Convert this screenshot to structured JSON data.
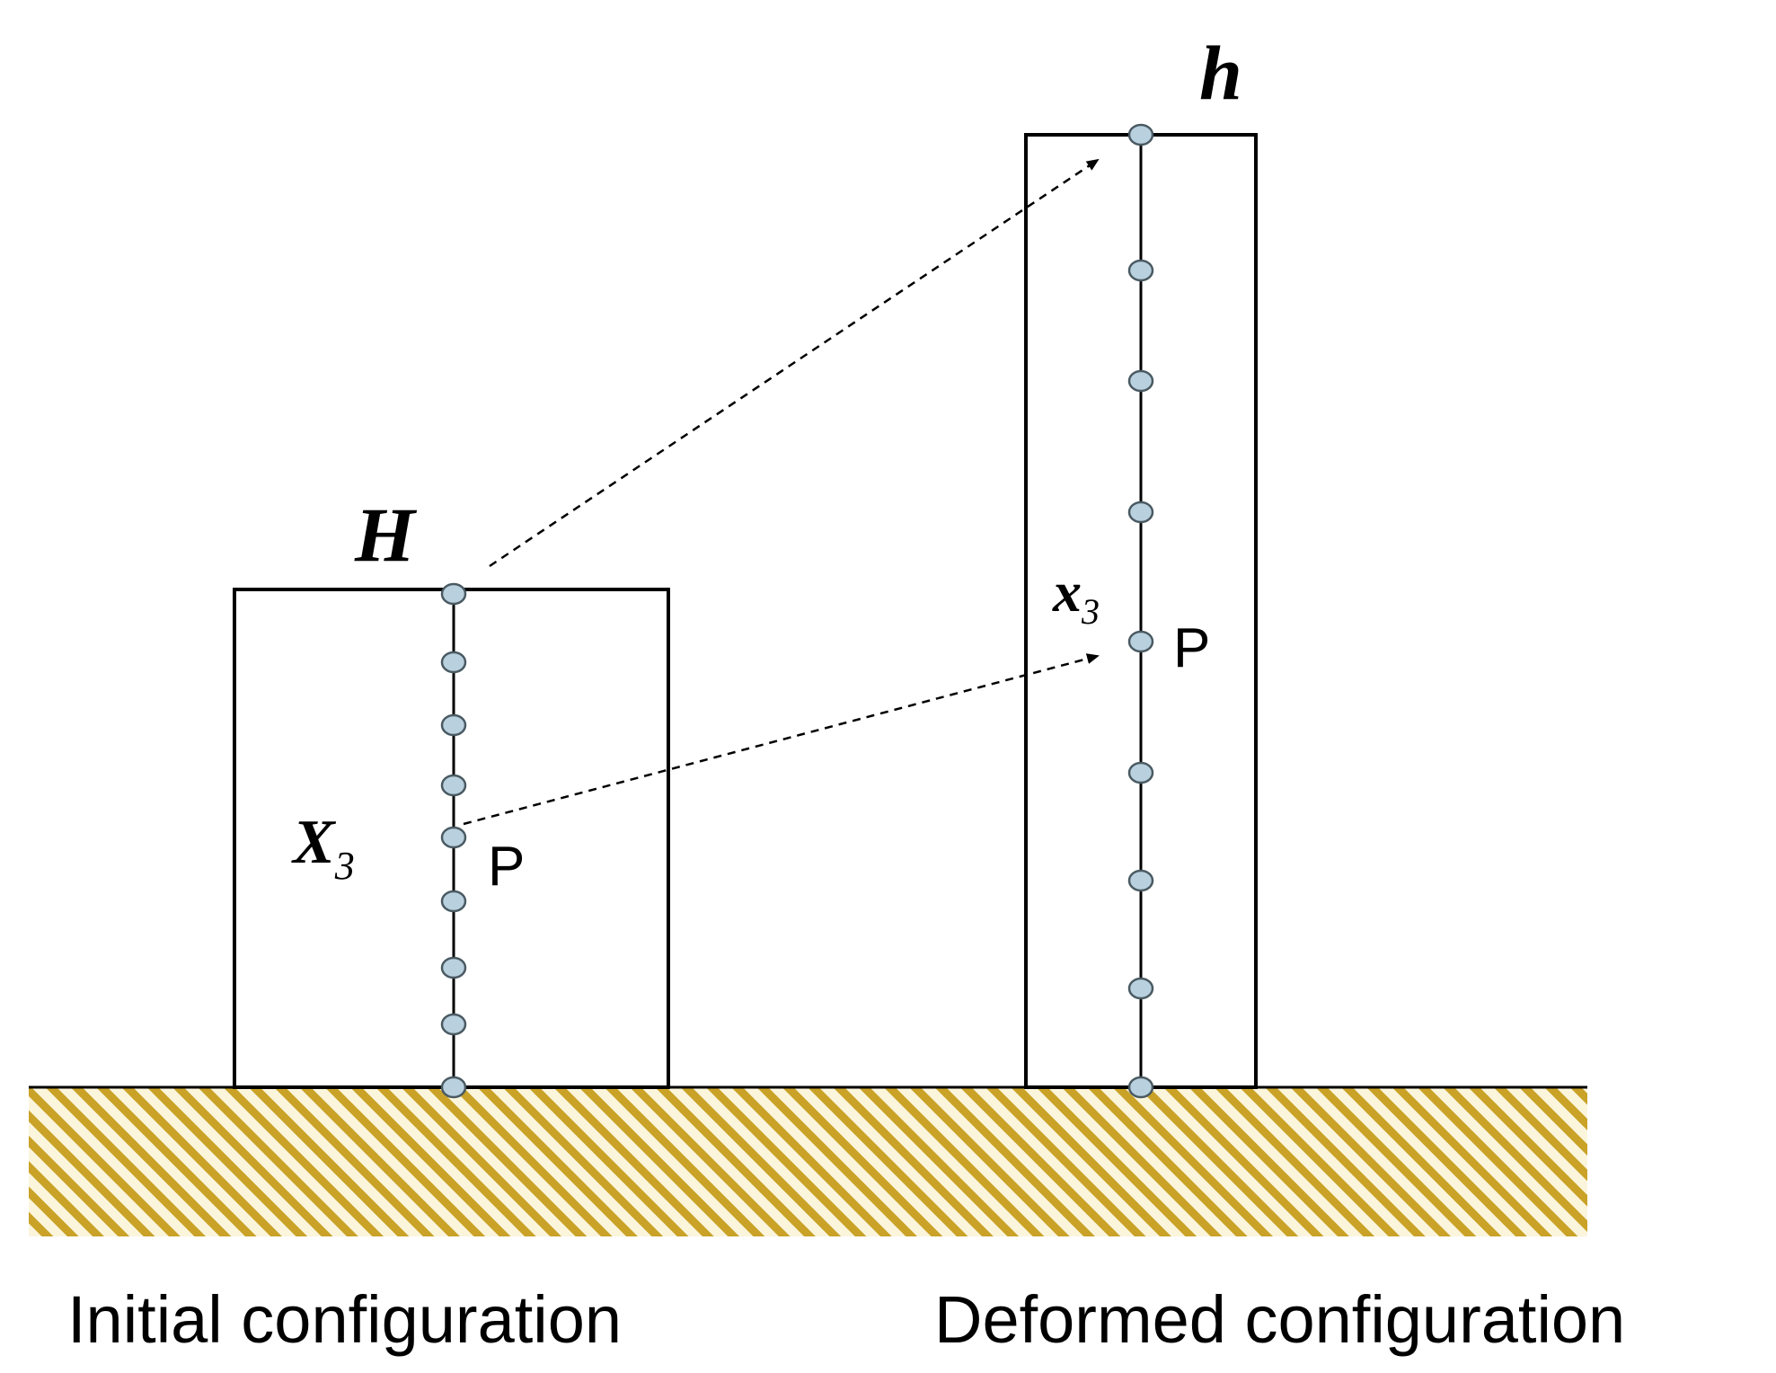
{
  "labels": {
    "initial_height": "H",
    "deformed_height": "h",
    "initial_coord": "X",
    "initial_coord_sub": "3",
    "deformed_coord": "x",
    "deformed_coord_sub": "3",
    "point_initial": "P",
    "point_deformed": "P"
  },
  "captions": {
    "initial": "Initial configuration",
    "deformed": "Deformed configuration"
  },
  "colors": {
    "outline": "#000000",
    "node_fill": "#b9d0de",
    "node_stroke": "#4a5a62",
    "ground_stripe": "#c9a227",
    "ground_bg": "#fbf5dc",
    "arrow": "#000000"
  },
  "nodes": {
    "initial_count": 9,
    "deformed_count": 9
  }
}
